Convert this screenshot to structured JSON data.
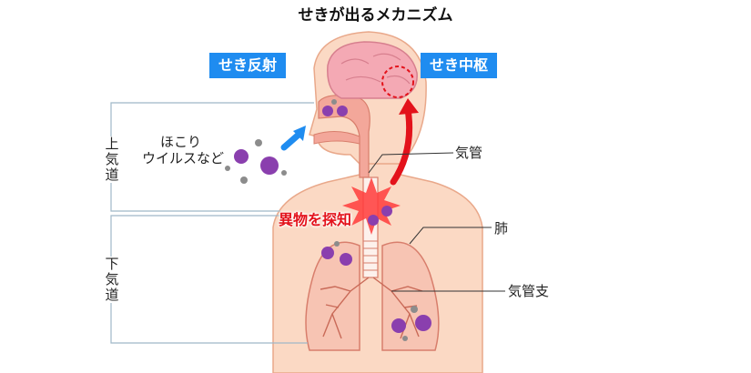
{
  "title": "せきが出るメカニズム",
  "badges": {
    "reflex": "せき反射",
    "center": "せき中枢"
  },
  "labels": {
    "dust_line1": "ほこり",
    "dust_line2": "ウイルスなど",
    "trachea": "気管",
    "detect": "異物を探知",
    "lung": "肺",
    "bronchi": "気管支",
    "upper_airway": "上気道",
    "lower_airway": "下気道"
  },
  "colors": {
    "badge": "#1f8cf0",
    "arrow_blue": "#1f8cf0",
    "arrow_red": "#e3121b",
    "skin": "#fbd9c4",
    "skin_outline": "#e9a88a",
    "brain": "#f4a9b4",
    "lung": "#f7c4b3",
    "virus": "#8a3fae"
  }
}
